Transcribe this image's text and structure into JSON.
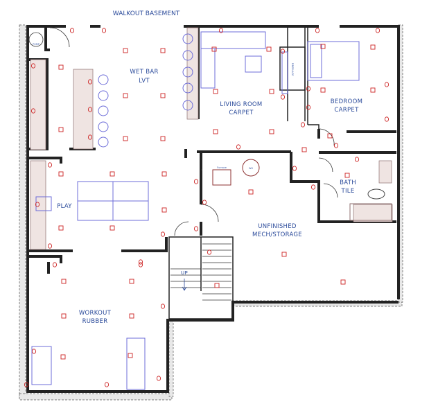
{
  "plan": {
    "title": "WALKOUT BASEMENT",
    "rooms": [
      {
        "name": "WET BAR",
        "floor": "LVT"
      },
      {
        "name": "LIVING ROOM",
        "floor": "CARPET"
      },
      {
        "name": "BEDROOM",
        "floor": "CARPET"
      },
      {
        "name": "BATH",
        "floor": "TILE"
      },
      {
        "name": "PLAY",
        "floor": ""
      },
      {
        "name": "UNFINISHED",
        "floor": "MECH/STORAGE"
      },
      {
        "name": "WORKOUT",
        "floor": "RUBBER"
      }
    ],
    "fixtures": {
      "pump": "PUMP",
      "furnace": "Furnace",
      "water_heater": "WH",
      "fireplace": "FIREPLACE",
      "stairs": "UP"
    },
    "colors": {
      "label": "#2a4a9a",
      "electrical": "#cc2222",
      "furniture": "#6c6cd8",
      "wall": "#222222"
    }
  }
}
